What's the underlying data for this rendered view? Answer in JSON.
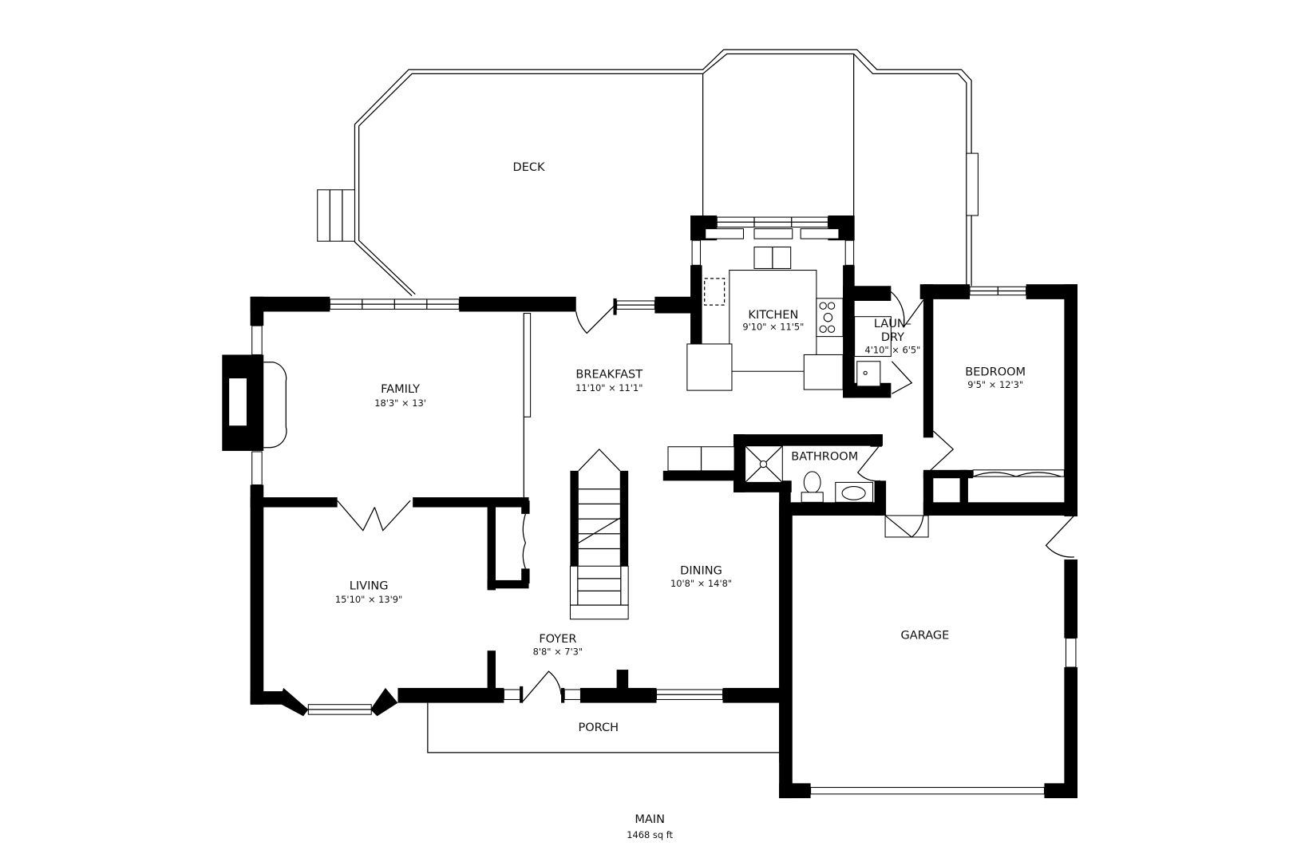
{
  "floor": {
    "name": "MAIN",
    "area": "1468 sq ft"
  },
  "rooms": {
    "deck": {
      "name": "DECK"
    },
    "family": {
      "name": "FAMILY",
      "dims": "18'3\" × 13'"
    },
    "breakfast": {
      "name": "BREAKFAST",
      "dims": "11'10\" × 11'1\""
    },
    "kitchen": {
      "name": "KITCHEN",
      "dims": "9'10\" × 11'5\""
    },
    "laundry": {
      "name_line1": "LAUN–",
      "name_line2": "DRY",
      "dims": "4'10\" × 6'5\""
    },
    "bedroom": {
      "name": "BEDROOM",
      "dims": "9'5\" × 12'3\""
    },
    "bathroom": {
      "name": "BATHROOM"
    },
    "living": {
      "name": "LIVING",
      "dims": "15'10\" × 13'9\""
    },
    "dining": {
      "name": "DINING",
      "dims": "10'8\" × 14'8\""
    },
    "foyer": {
      "name": "FOYER",
      "dims": "8'8\" × 7'3\""
    },
    "garage": {
      "name": "GARAGE"
    },
    "porch": {
      "name": "PORCH"
    }
  },
  "colors": {
    "wall": "#000000",
    "background": "#ffffff"
  }
}
